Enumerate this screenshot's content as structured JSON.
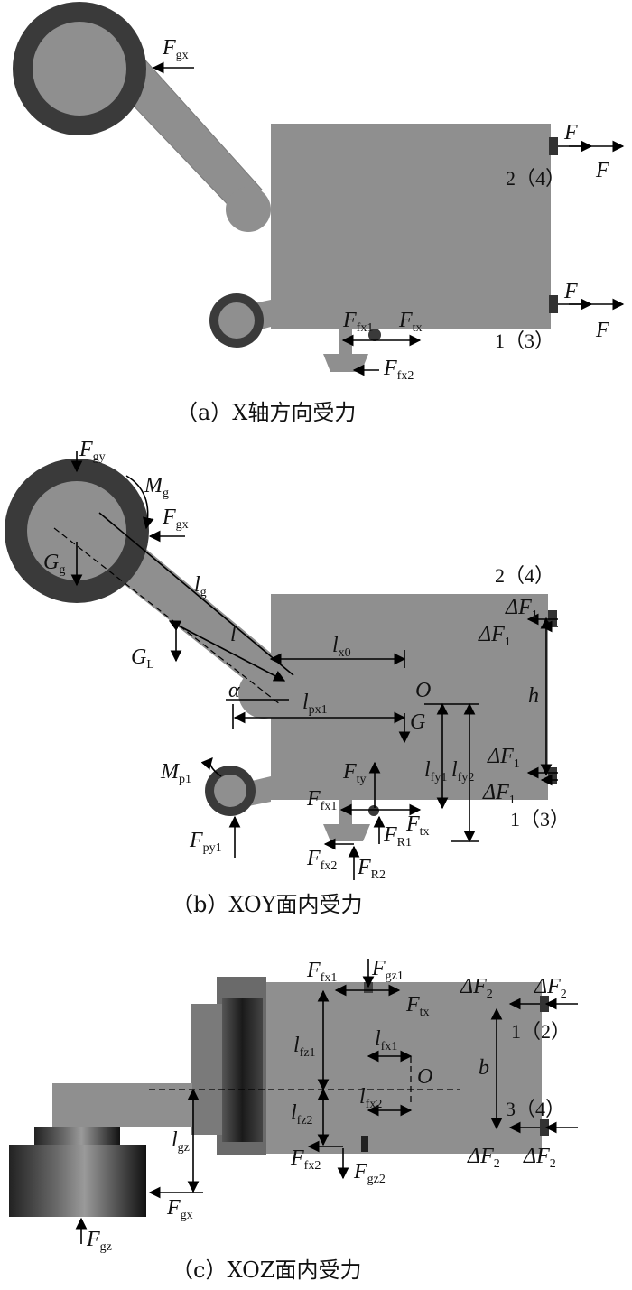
{
  "panel_a": {
    "caption": "（a）X轴方向受力",
    "labels": {
      "fgx": {
        "main": "F",
        "sub": "gx"
      },
      "f_top": "F",
      "f_top_out": "F",
      "f_bot": "F",
      "f_bot_out": "F",
      "port_top": "2（4）",
      "port_bot": "1（3）",
      "ffx1": {
        "main": "F",
        "sub": "fx1"
      },
      "ftx": {
        "main": "F",
        "sub": "tx"
      },
      "ffx2": {
        "main": "F",
        "sub": "fx2"
      }
    }
  },
  "panel_b": {
    "caption": "（b）XOY面内受力",
    "labels": {
      "fgy": {
        "main": "F",
        "sub": "gy"
      },
      "mg": {
        "main": "M",
        "sub": "g"
      },
      "fgx": {
        "main": "F",
        "sub": "gx"
      },
      "gg": {
        "main": "G",
        "sub": "g"
      },
      "lg": {
        "main": "l",
        "sub": "g"
      },
      "l": "l",
      "gl": {
        "main": "G",
        "sub": "L"
      },
      "alpha": "α",
      "lx0": {
        "main": "l",
        "sub": "x0"
      },
      "lpx1": {
        "main": "l",
        "sub": "px1"
      },
      "o": "O",
      "g": "G",
      "h": "h",
      "port_top": "2（4）",
      "port_bot": "1（3）",
      "df1_a": {
        "main": "ΔF",
        "sub": "1"
      },
      "df1_b": {
        "main": "ΔF",
        "sub": "1"
      },
      "df1_c": {
        "main": "ΔF",
        "sub": "1"
      },
      "df1_d": {
        "main": "ΔF",
        "sub": "1"
      },
      "lfy1": {
        "main": "l",
        "sub": "fy1"
      },
      "lfy2": {
        "main": "l",
        "sub": "fy2"
      },
      "mp1": {
        "main": "M",
        "sub": "p1"
      },
      "fpy1": {
        "main": "F",
        "sub": "py1"
      },
      "fty": {
        "main": "F",
        "sub": "ty"
      },
      "ffx1": {
        "main": "F",
        "sub": "fx1"
      },
      "fr1": {
        "main": "F",
        "sub": "R1"
      },
      "ftx": {
        "main": "F",
        "sub": "tx"
      },
      "ffx2": {
        "main": "F",
        "sub": "fx2"
      },
      "fr2": {
        "main": "F",
        "sub": "R2"
      }
    }
  },
  "panel_c": {
    "caption": "（c）XOZ面内受力",
    "labels": {
      "ffx1": {
        "main": "F",
        "sub": "fx1"
      },
      "fgz1": {
        "main": "F",
        "sub": "gz1"
      },
      "ftx": {
        "main": "F",
        "sub": "tx"
      },
      "df2_a": {
        "main": "ΔF",
        "sub": "2"
      },
      "df2_b": {
        "main": "ΔF",
        "sub": "2"
      },
      "df2_c": {
        "main": "ΔF",
        "sub": "2"
      },
      "df2_d": {
        "main": "ΔF",
        "sub": "2"
      },
      "port_top": "1（2）",
      "port_bot": "3（4）",
      "lfz1": {
        "main": "l",
        "sub": "fz1"
      },
      "lfz2": {
        "main": "l",
        "sub": "fz2"
      },
      "lfx1": {
        "main": "l",
        "sub": "fx1"
      },
      "lfx2": {
        "main": "l",
        "sub": "fx2"
      },
      "o": "O",
      "b": "b",
      "lgz": {
        "main": "l",
        "sub": "gz"
      },
      "ffx2": {
        "main": "F",
        "sub": "fx2"
      },
      "fgz2": {
        "main": "F",
        "sub": "gz2"
      },
      "fgx": {
        "main": "F",
        "sub": "gx"
      },
      "fgz": {
        "main": "F",
        "sub": "gz"
      }
    }
  },
  "colors": {
    "body": "#8f8f8f",
    "wheel_outer": "#3a3a3a",
    "line": "#000000"
  }
}
